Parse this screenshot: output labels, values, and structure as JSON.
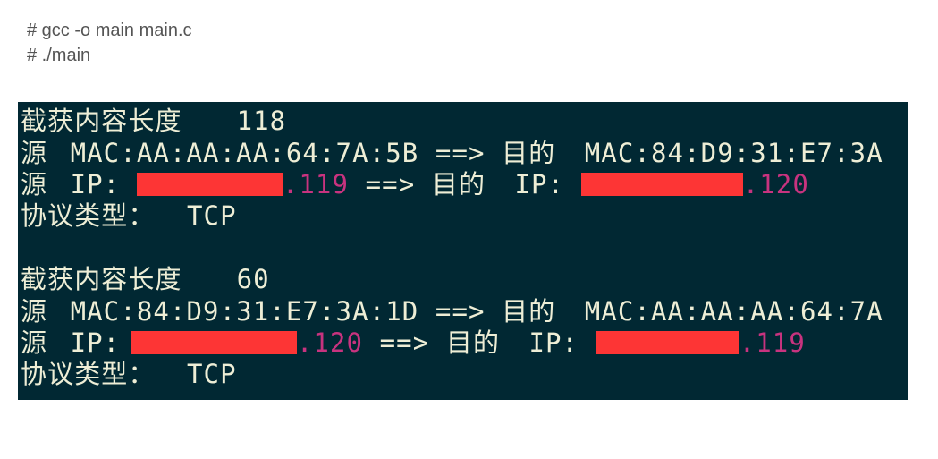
{
  "commands": [
    "# gcc -o main main.c",
    "# ./main"
  ],
  "labels": {
    "length": "截获内容长度",
    "src": "源",
    "dst": "目的",
    "mac": "MAC:",
    "ip": "IP:",
    "arrow": "==>",
    "proto": "协议类型：",
    "space": " "
  },
  "colors": {
    "terminal_bg": "#012833",
    "text": "#eeeed6",
    "ip_suffix": "#c8337f",
    "redaction": "#fd3535"
  },
  "packets": [
    {
      "length": "118",
      "src_mac": "AA:AA:AA:64:7A:5B",
      "dst_mac": "84:D9:31:E7:3A",
      "src_ip_suffix": ".119",
      "dst_ip_suffix": ".120",
      "protocol": "TCP"
    },
    {
      "length": "60",
      "src_mac": "84:D9:31:E7:3A:1D",
      "dst_mac": "AA:AA:AA:64:7A",
      "src_ip_suffix": ".120",
      "dst_ip_suffix": ".119",
      "protocol": "TCP"
    }
  ]
}
